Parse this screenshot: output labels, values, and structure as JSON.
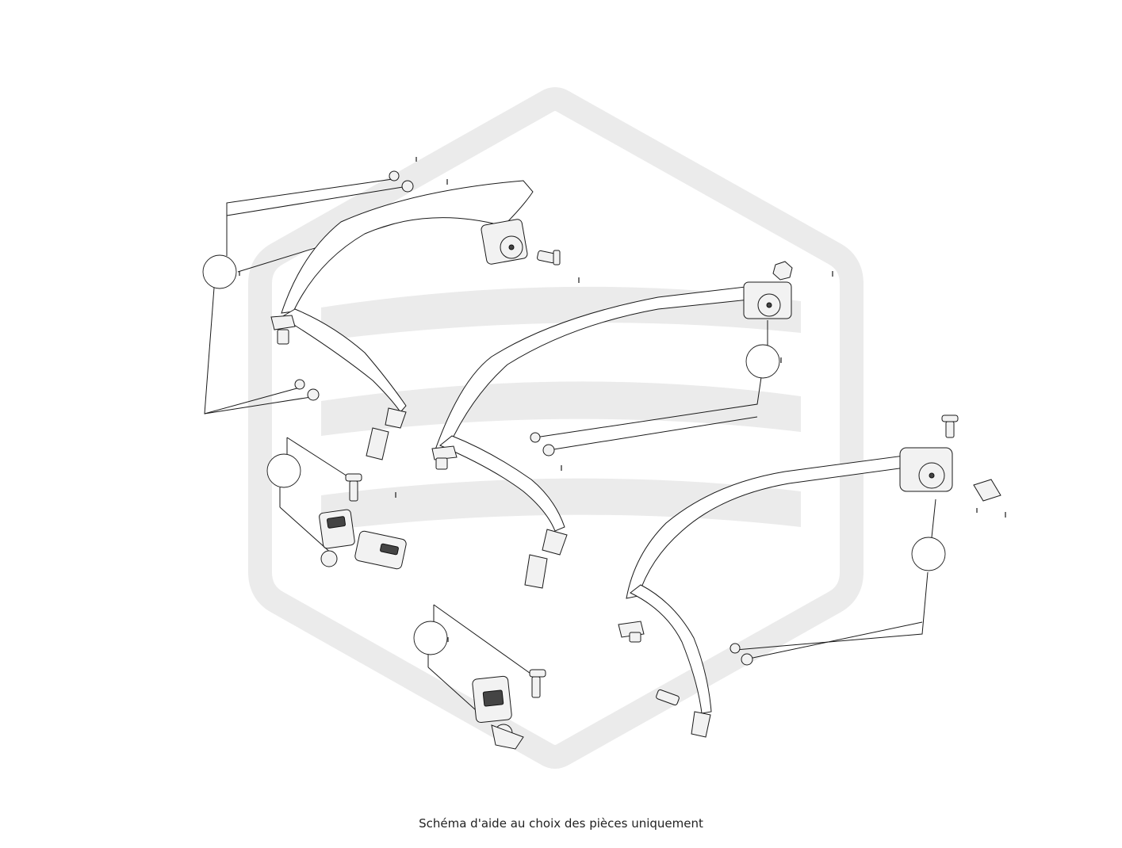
{
  "caption": "Schéma d'aide au choix des pièces uniquement",
  "watermark": {
    "icon": "brand-hexagon-logo",
    "color": "#ebebeb"
  },
  "colors": {
    "line": "#1a1a1a",
    "background": "#ffffff"
  },
  "assemblies": [
    {
      "name": "left-seat-belt-assembly"
    },
    {
      "name": "center-seat-belt-assembly"
    },
    {
      "name": "right-seat-belt-assembly"
    },
    {
      "name": "left-buckle-assembly"
    },
    {
      "name": "center-buckle-assembly"
    }
  ]
}
